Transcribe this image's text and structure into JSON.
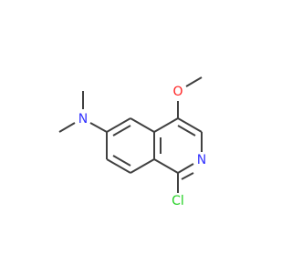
{
  "molecule": {
    "atoms": {
      "nitrogen_ring": {
        "symbol": "N",
        "color": "#3333ff"
      },
      "nitrogen_amine": {
        "symbol": "N",
        "color": "#3333ff"
      },
      "oxygen": {
        "symbol": "O",
        "color": "#ff2020"
      },
      "chlorine": {
        "symbol": "Cl",
        "color": "#1fd01f"
      }
    },
    "bond_color": "#404040"
  }
}
